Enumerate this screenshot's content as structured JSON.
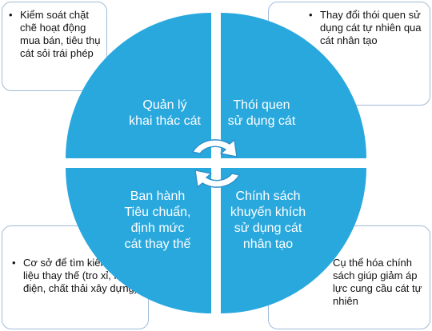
{
  "notes": {
    "top_left": [
      "Kiểm soát chặt chẽ hoạt động mua bán, tiêu thụ cát sỏi trái phép"
    ],
    "top_right": [
      "Thay đổi thói quen sử dụng cát tự nhiên qua cát nhân tạo"
    ],
    "bottom_left": [
      "Cơ sở để tìm kiếm vật liệu thay thế (tro xỉ, nhiệt điện, chất thải xây dựng)"
    ],
    "bottom_right": [
      "Cụ thể hóa chính sách giúp giảm áp lực cung cầu cát tự nhiên"
    ]
  },
  "quadrants": {
    "top_left": [
      "Quản lý",
      "khai thác cát"
    ],
    "top_right": [
      "Thói quen",
      "sử dụng cát"
    ],
    "bottom_left": [
      "Ban hành",
      "Tiêu chuẩn,",
      "định mức",
      "cát thay thế"
    ],
    "bottom_right": [
      "Chính sách",
      "khuyến khích",
      "sử dụng cát",
      "nhân tạo"
    ]
  },
  "colors": {
    "quadrant_fill": "#29a8de",
    "note_border": "#9fbcd8",
    "arrow_fill": "#ffffff",
    "arrow_stroke": "#2e8fc8"
  },
  "icons": {
    "center_arrows": "cycle-arrows-icon"
  }
}
